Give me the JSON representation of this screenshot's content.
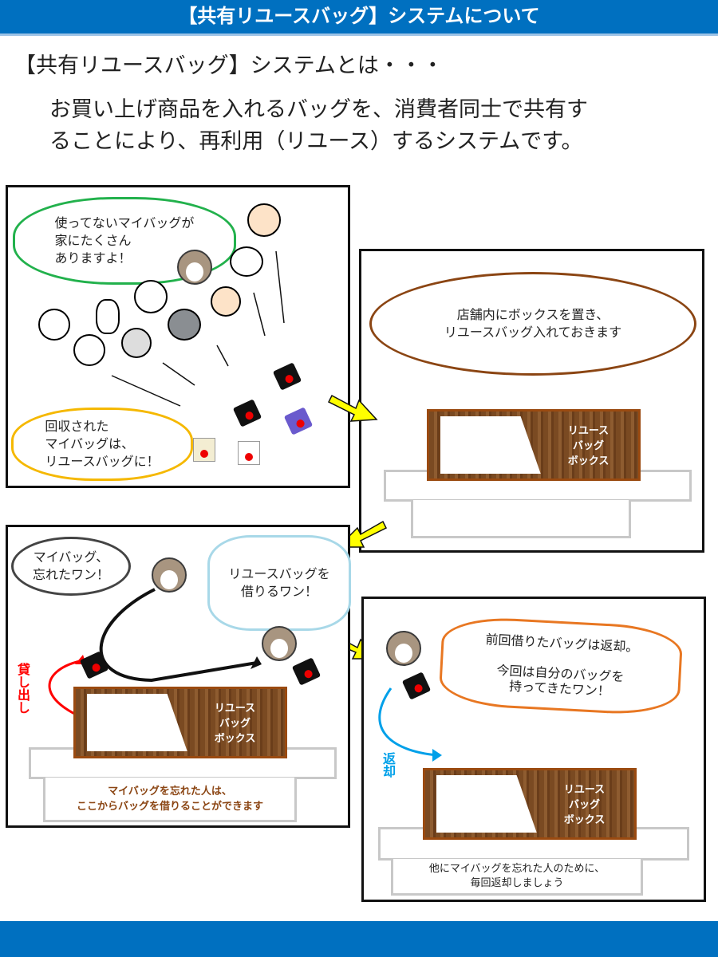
{
  "header": {
    "title": "【共有リユースバッグ】システムについて"
  },
  "intro": {
    "subtitle": "【共有リユースバッグ】システムとは・・・",
    "description": "お買い上げ商品を入れるバッグを、消費者同士で共有す\nることにより、再利用（リユース）するシステムです。"
  },
  "panel1": {
    "bubble_top": "使ってないマイバッグが\n家にたくさん\nありますよ！",
    "bubble_bottom": "回収された\nマイバッグは、\nリユースバッグに！"
  },
  "panel2": {
    "bubble": "店舗内にボックスを置き、\nリユースバッグ入れておきます",
    "box_label": "リユース\nバッグ\nボックス"
  },
  "panel3": {
    "bubble_left": "マイバッグ、\n忘れたワン！",
    "bubble_right": "リユースバッグを\n借りるワン！",
    "lend_label": "貸し出し",
    "box_label": "リユース\nバッグ\nボックス",
    "table_text": "マイバッグを忘れた人は、\nここからバッグを借りることができます"
  },
  "panel4": {
    "bubble": "前回借りたバッグは返却。\n\n今回は自分のバッグを\n持ってきたワン！",
    "return_label": "返却",
    "box_label": "リユース\nバッグ\nボックス",
    "table_text": "他にマイバッグを忘れた人のために、\n毎回返却しましょう"
  },
  "colors": {
    "header": "#0070c0",
    "lend": "#ff0000",
    "return": "#00a0e9",
    "table_text_p3": "#8b4513"
  }
}
